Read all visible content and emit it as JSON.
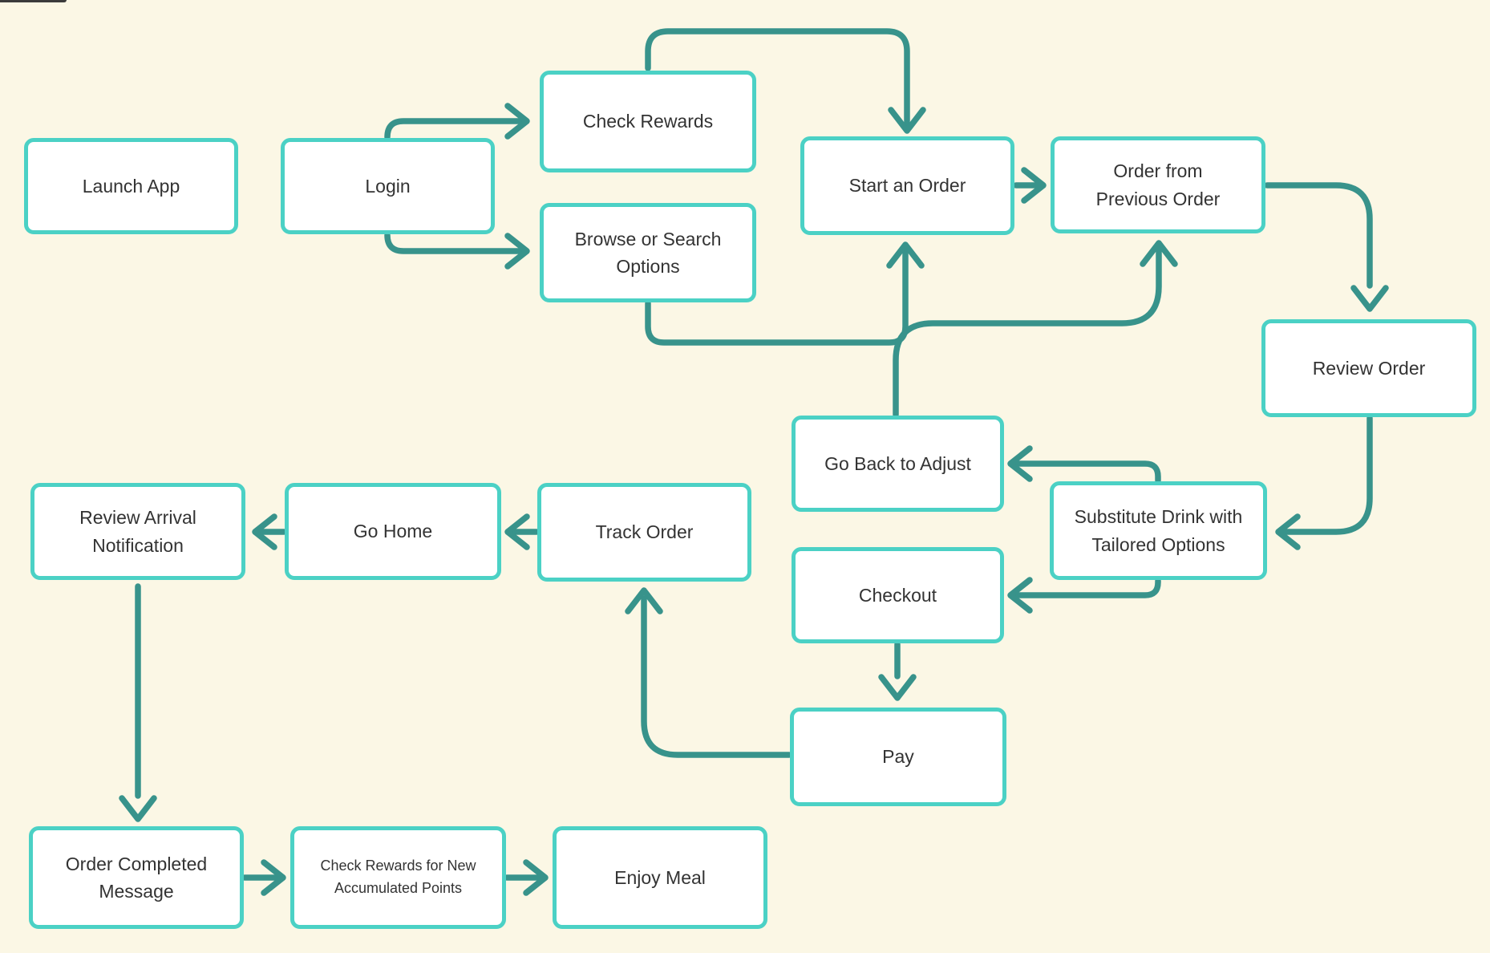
{
  "colors": {
    "background": "#FBF7E5",
    "box_border": "#4BD1C5",
    "box_fill": "#FFFFFF",
    "arrow": "#38938B",
    "text": "#333333"
  },
  "flow": {
    "nodes": [
      {
        "id": "launch-app",
        "label": "Launch App"
      },
      {
        "id": "login",
        "label": "Login"
      },
      {
        "id": "check-rewards",
        "label": "Check Rewards"
      },
      {
        "id": "browse-search",
        "label": "Browse or Search\nOptions"
      },
      {
        "id": "start-order",
        "label": "Start an Order"
      },
      {
        "id": "order-previous",
        "label": "Order from\nPrevious Order"
      },
      {
        "id": "review-order",
        "label": "Review Order"
      },
      {
        "id": "go-back",
        "label": "Go Back to Adjust"
      },
      {
        "id": "substitute",
        "label": "Substitute Drink with\nTailored Options"
      },
      {
        "id": "checkout",
        "label": "Checkout"
      },
      {
        "id": "pay",
        "label": "Pay"
      },
      {
        "id": "track-order",
        "label": "Track Order"
      },
      {
        "id": "go-home",
        "label": "Go Home"
      },
      {
        "id": "review-arrival",
        "label": "Review Arrival\nNotification"
      },
      {
        "id": "order-completed",
        "label": "Order Completed\nMessage"
      },
      {
        "id": "check-rewards-points",
        "label": "Check Rewards for New\nAccumulated Points"
      },
      {
        "id": "enjoy-meal",
        "label": "Enjoy Meal"
      }
    ],
    "edges": [
      {
        "from": "login",
        "to": "check-rewards"
      },
      {
        "from": "login",
        "to": "browse-search"
      },
      {
        "from": "check-rewards",
        "to": "start-order"
      },
      {
        "from": "browse-search",
        "to": "start-order"
      },
      {
        "from": "start-order",
        "to": "order-previous"
      },
      {
        "from": "go-back",
        "to": "order-previous"
      },
      {
        "from": "order-previous",
        "to": "review-order"
      },
      {
        "from": "review-order",
        "to": "substitute"
      },
      {
        "from": "substitute",
        "to": "go-back"
      },
      {
        "from": "substitute",
        "to": "checkout"
      },
      {
        "from": "checkout",
        "to": "pay"
      },
      {
        "from": "pay",
        "to": "track-order"
      },
      {
        "from": "track-order",
        "to": "go-home"
      },
      {
        "from": "go-home",
        "to": "review-arrival"
      },
      {
        "from": "review-arrival",
        "to": "order-completed"
      },
      {
        "from": "order-completed",
        "to": "check-rewards-points"
      },
      {
        "from": "check-rewards-points",
        "to": "enjoy-meal"
      }
    ]
  }
}
